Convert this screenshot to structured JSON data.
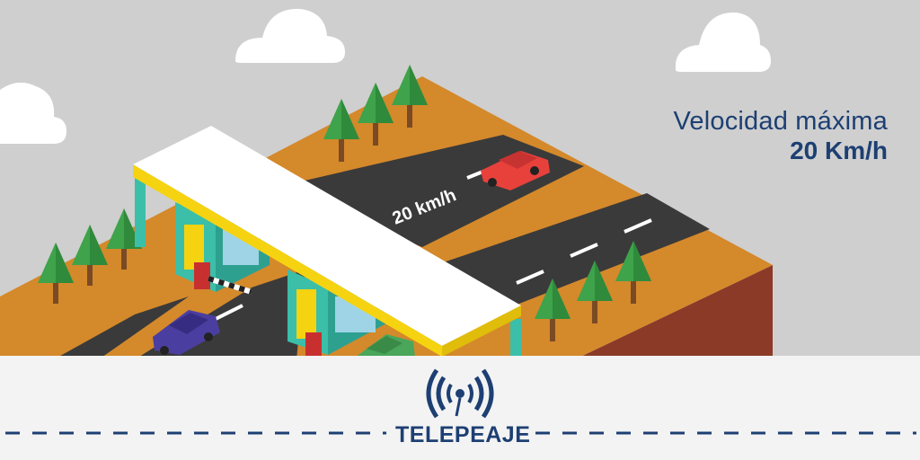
{
  "speed_limit": {
    "line1": "Velocidad máxima",
    "line2": "20 Km/h"
  },
  "road_marking": "20 km/h",
  "brand": {
    "name": "TELEPEAJE",
    "icon": "signal-broadcast-icon"
  },
  "colors": {
    "sky": "#cfcfcf",
    "ground_top": "#d4892b",
    "ground_side": "#8b3a28",
    "road": "#3a3a3a",
    "canopy": "#ffffff",
    "canopy_edge": "#f5d311",
    "booth": "#3bbfa8",
    "brand_blue": "#1d3f73",
    "car_red": "#e8413c",
    "car_blue": "#4a3fa0",
    "car_green": "#4aa65a"
  }
}
